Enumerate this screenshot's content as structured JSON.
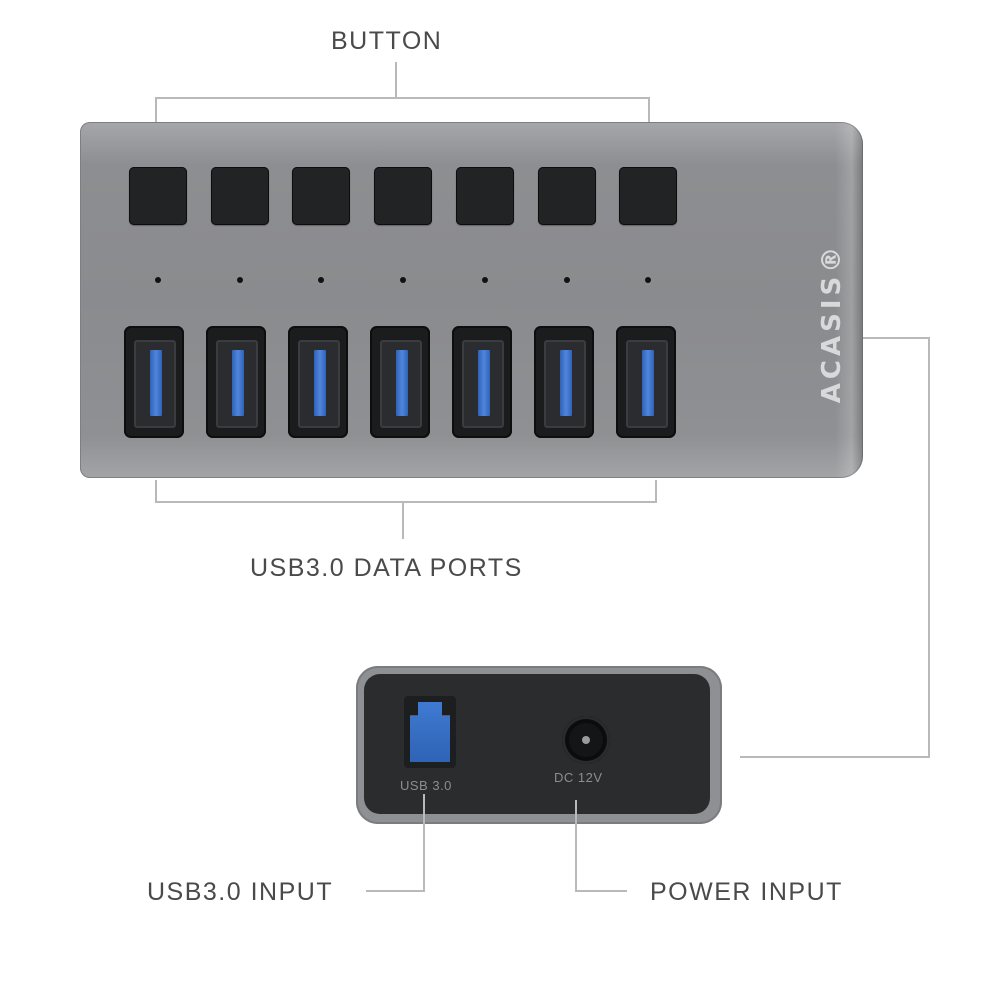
{
  "labels": {
    "button": "BUTTON",
    "data_ports": "USB3.0 DATA PORTS",
    "usb_input": "USB3.0 INPUT",
    "power_input": "POWER INPUT"
  },
  "hub": {
    "brand": "ACASIS®",
    "color": "#8d8e91",
    "buttons_count": 7,
    "ports_count": 7,
    "port_color": "#3f7ad2"
  },
  "rear_panel": {
    "usb_label": "USB 3.0",
    "dc_label": "DC 12V"
  }
}
